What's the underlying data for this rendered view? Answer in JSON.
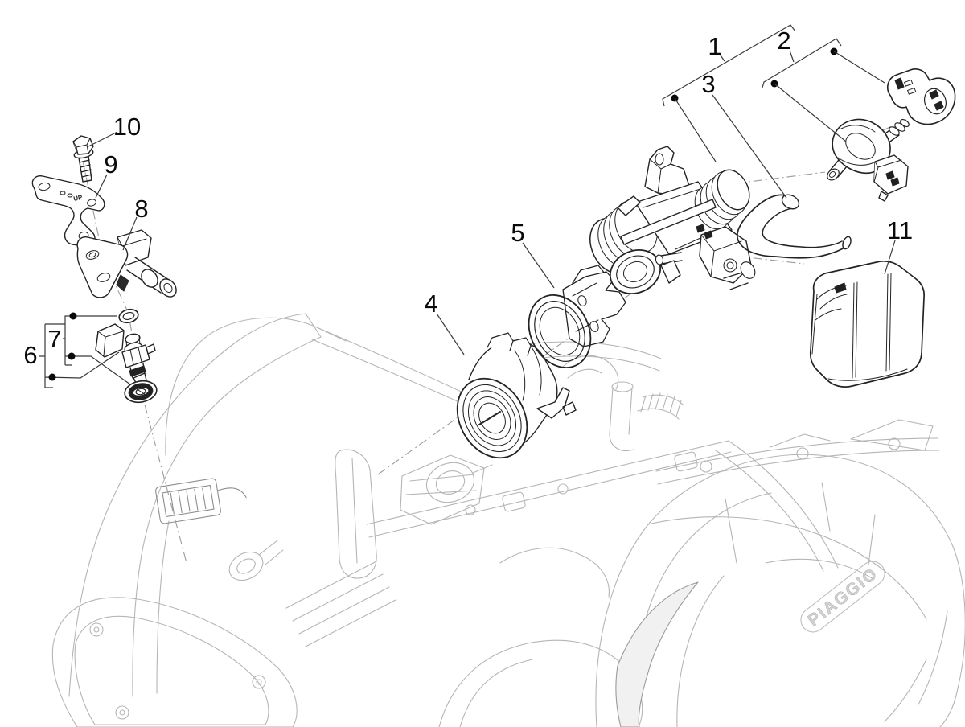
{
  "diagram": {
    "callouts": [
      {
        "number": "1"
      },
      {
        "number": "2"
      },
      {
        "number": "3"
      },
      {
        "number": "4"
      },
      {
        "number": "5"
      },
      {
        "number": "6"
      },
      {
        "number": "7"
      },
      {
        "number": "8"
      },
      {
        "number": "9"
      },
      {
        "number": "10"
      },
      {
        "number": "11"
      }
    ],
    "markings": {
      "brand": "PIAGGIO",
      "up_marking": "UP"
    },
    "colors": {
      "background": "#ffffff",
      "part_line": "#232323",
      "engine_line": "#b5b5b5",
      "axis_line": "#9b9b9b",
      "callout_line": "#3a3a3a",
      "callout_text": "#0a0a0a"
    }
  }
}
